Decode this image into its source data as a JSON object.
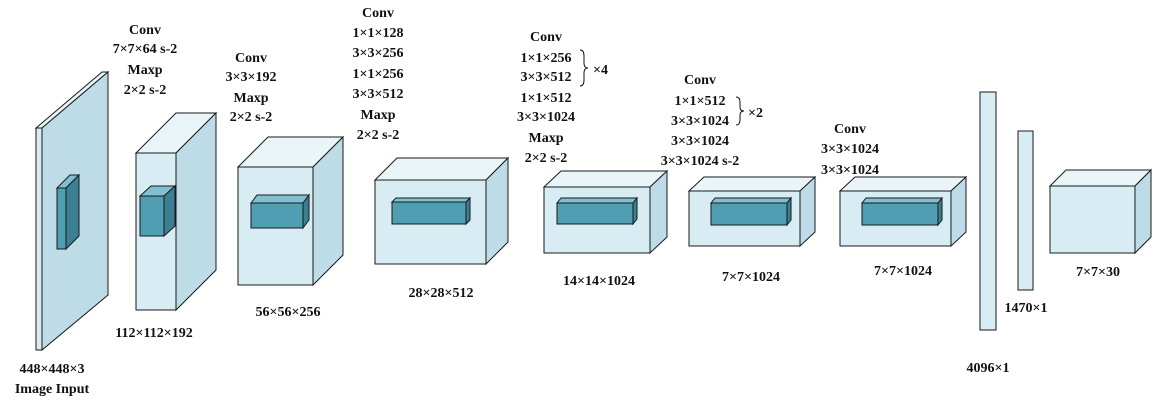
{
  "input": {
    "dims": "448×448×3",
    "caption": "Image Input"
  },
  "blocks": [
    {
      "id": "b1",
      "lines": [
        "Conv",
        "7×7×64 s-2",
        "Maxp",
        "2×2 s-2"
      ],
      "dims": "112×112×192"
    },
    {
      "id": "b2",
      "lines": [
        "Conv",
        "3×3×192",
        "Maxp",
        "2×2 s-2"
      ],
      "dims": "56×56×256"
    },
    {
      "id": "b3",
      "lines": [
        "Conv",
        "1×1×128",
        "3×3×256",
        "1×1×256",
        "3×3×512",
        "Maxp",
        "2×2 s-2"
      ],
      "dims": "28×28×512"
    },
    {
      "id": "b4",
      "lines": [
        "Conv",
        "1×1×256",
        "3×3×512",
        "1×1×512",
        "3×3×1024",
        "Maxp",
        "2×2 s-2"
      ],
      "repeat": "×4",
      "dims": "14×14×1024"
    },
    {
      "id": "b5",
      "lines": [
        "Conv",
        "1×1×512",
        "3×3×1024",
        "3×3×1024",
        "3×3×1024 s-2"
      ],
      "repeat": "×2",
      "dims": "7×7×1024"
    },
    {
      "id": "b6",
      "lines": [
        "Conv",
        "3×3×1024",
        "3×3×1024"
      ],
      "dims": "7×7×1024"
    }
  ],
  "fc": [
    {
      "dims": "4096×1"
    },
    {
      "dims": "1470×1"
    }
  ],
  "output": {
    "dims": "7×7×30"
  }
}
